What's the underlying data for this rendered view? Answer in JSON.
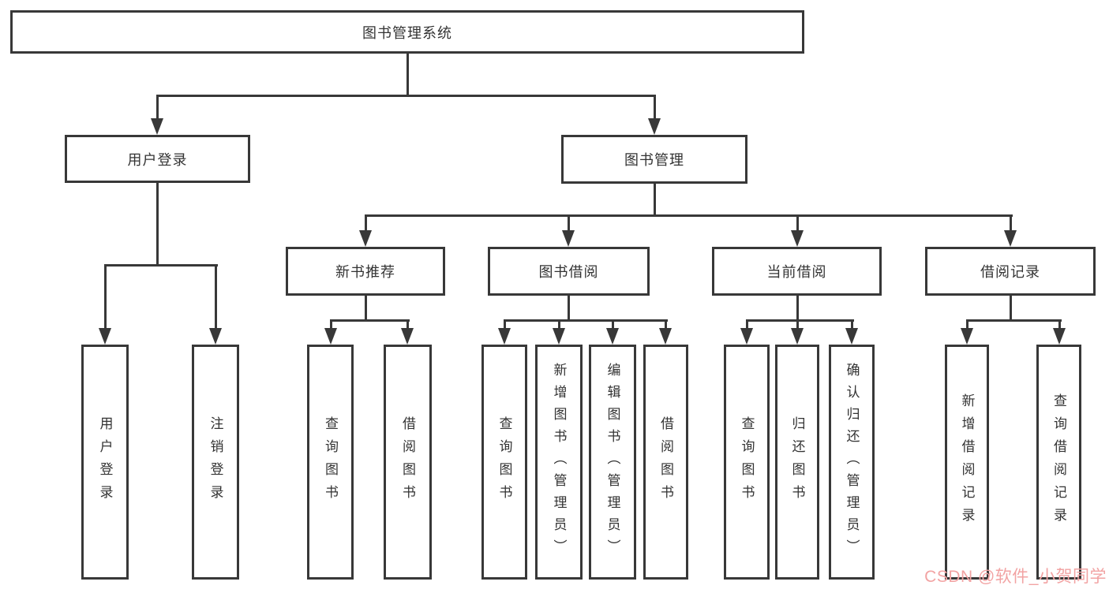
{
  "tree": {
    "label": "图书管理系统",
    "children": [
      {
        "label": "用户登录",
        "children": [
          {
            "label": "用户登录"
          },
          {
            "label": "注销登录"
          }
        ]
      },
      {
        "label": "图书管理",
        "children": [
          {
            "label": "新书推荐",
            "children": [
              {
                "label": "查询图书"
              },
              {
                "label": "借阅图书"
              }
            ]
          },
          {
            "label": "图书借阅",
            "children": [
              {
                "label": "查询图书"
              },
              {
                "label": "新增图书（管理员）"
              },
              {
                "label": "编辑图书（管理员）"
              },
              {
                "label": "借阅图书"
              }
            ]
          },
          {
            "label": "当前借阅",
            "children": [
              {
                "label": "查询图书"
              },
              {
                "label": "归还图书"
              },
              {
                "label": "确认归还（管理员）"
              }
            ]
          },
          {
            "label": "借阅记录",
            "children": [
              {
                "label": "新增借阅记录"
              },
              {
                "label": "查询借阅记录"
              }
            ]
          }
        ]
      }
    ]
  },
  "watermark": {
    "text": "CSDN @软件_小贺同学",
    "color": "#f2a3a3"
  },
  "colors": {
    "line": "#383838",
    "text": "#333333",
    "background": "#ffffff"
  }
}
